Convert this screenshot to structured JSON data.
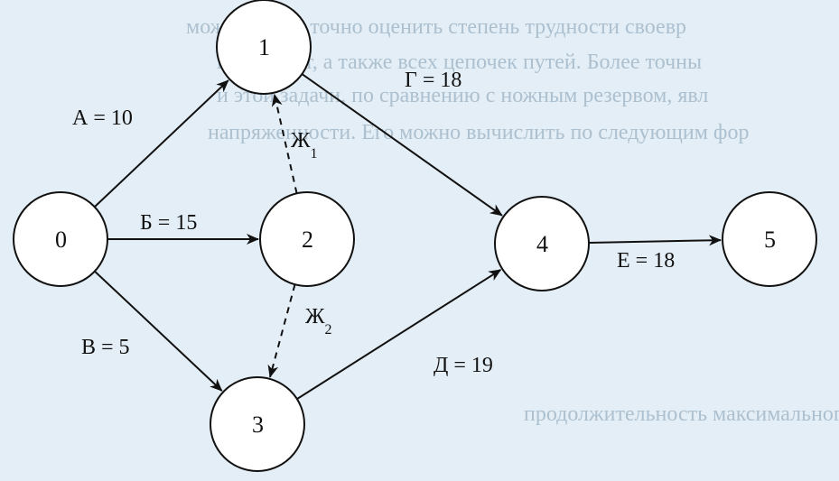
{
  "background_text": [
    "можно более точно оценить степень трудности своевр",
    "всех работ, а также всех цепочек путей. Более точны",
    "и этой задачи, по сравнению с ножным резервом, явл",
    "напряженности. Его можно вычислить по следующим фор",
    "продолжительность максимального пути, проход"
  ],
  "nodes": [
    {
      "id": "0",
      "label": "0"
    },
    {
      "id": "1",
      "label": "1"
    },
    {
      "id": "2",
      "label": "2"
    },
    {
      "id": "3",
      "label": "3"
    },
    {
      "id": "4",
      "label": "4"
    },
    {
      "id": "5",
      "label": "5"
    }
  ],
  "edges": [
    {
      "from": "0",
      "to": "1",
      "label": "А = 10",
      "style": "solid"
    },
    {
      "from": "0",
      "to": "2",
      "label": "Б = 15",
      "style": "solid"
    },
    {
      "from": "0",
      "to": "3",
      "label": "В = 5",
      "style": "solid"
    },
    {
      "from": "1",
      "to": "4",
      "label": "Г = 18",
      "style": "solid"
    },
    {
      "from": "3",
      "to": "4",
      "label": "Д = 19",
      "style": "solid"
    },
    {
      "from": "4",
      "to": "5",
      "label": "Е = 18",
      "style": "solid"
    },
    {
      "from": "2",
      "to": "1",
      "label": "Ж",
      "sub": "1",
      "style": "dashed"
    },
    {
      "from": "2",
      "to": "3",
      "label": "Ж",
      "sub": "2",
      "style": "dashed"
    }
  ],
  "colors": {
    "ink": "#111111",
    "node_fill": "#ffffff",
    "background": "#e4eef6"
  }
}
